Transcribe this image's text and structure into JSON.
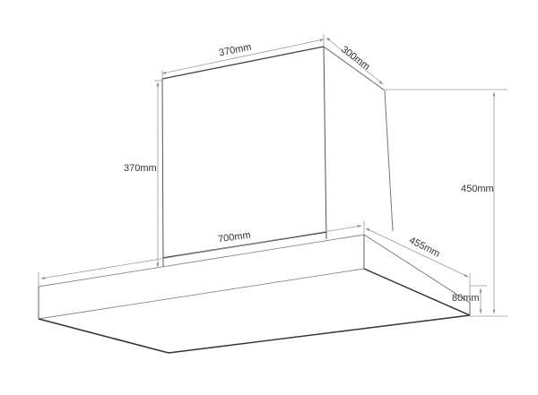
{
  "diagram": {
    "subject": "Chimney cooker hood dimensions",
    "colors": {
      "background": "#ffffff",
      "outline": "#444444",
      "outline_heavy": "#333333",
      "dimension_line": "#9a9a9a",
      "text": "#333333"
    },
    "dimensions": {
      "chimney_width": "370mm",
      "chimney_depth": "300mm",
      "chimney_height": "370mm",
      "canopy_width": "700mm",
      "canopy_depth": "455mm",
      "total_height": "450mm",
      "canopy_height": "80mm"
    }
  }
}
